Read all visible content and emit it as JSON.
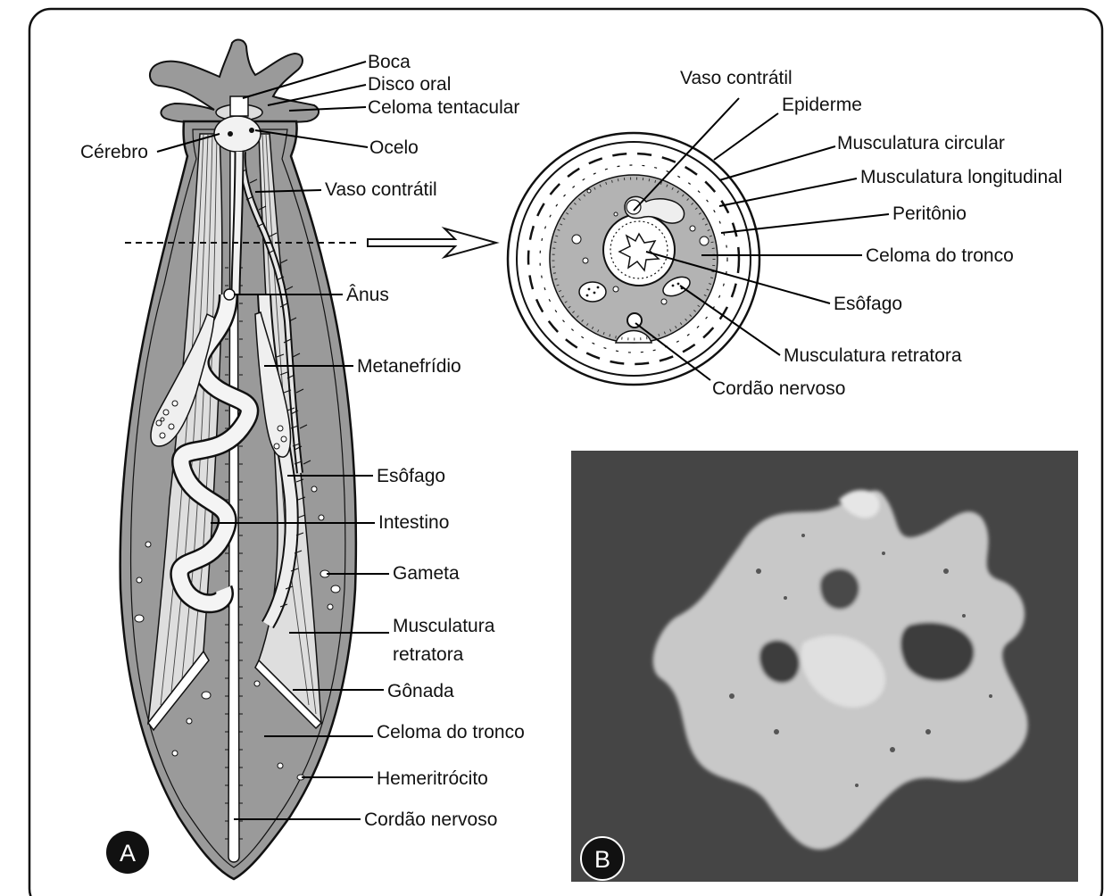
{
  "colors": {
    "frame": "#111111",
    "body_fill": "#9a9a9a",
    "light_fill": "#ececec",
    "cross_section_fill": "#b3b3b3",
    "photo_bg": "#454545"
  },
  "badges": {
    "a": "A",
    "b": "B"
  },
  "panel_a": {
    "labels": {
      "boca": "Boca",
      "disco_oral": "Disco oral",
      "celoma_tentacular": "Celoma tentacular",
      "cerebro": "Cérebro",
      "ocelo": "Ocelo",
      "vaso_contratil": "Vaso contrátil",
      "anus": "Ânus",
      "metanefridio": "Metanefrídio",
      "esofago": "Esôfago",
      "intestino": "Intestino",
      "gameta": "Gameta",
      "musculatura_retratora_1": "Musculatura",
      "musculatura_retratora_2": "retratora",
      "gonada": "Gônada",
      "celoma_do_tronco": "Celoma do tronco",
      "hemeritrocito": "Hemeritrócito",
      "cordao_nervoso": "Cordão nervoso"
    }
  },
  "cross_section": {
    "labels": {
      "vaso_contratil": "Vaso contrátil",
      "epiderme": "Epiderme",
      "musculatura_circular": "Musculatura circular",
      "musculatura_longitudinal": "Musculatura longitudinal",
      "peritonio": "Peritônio",
      "celoma_do_tronco": "Celoma do tronco",
      "esofago": "Esôfago",
      "musculatura_retratora": "Musculatura retratora",
      "cordao_nervoso": "Cordão nervoso"
    }
  }
}
